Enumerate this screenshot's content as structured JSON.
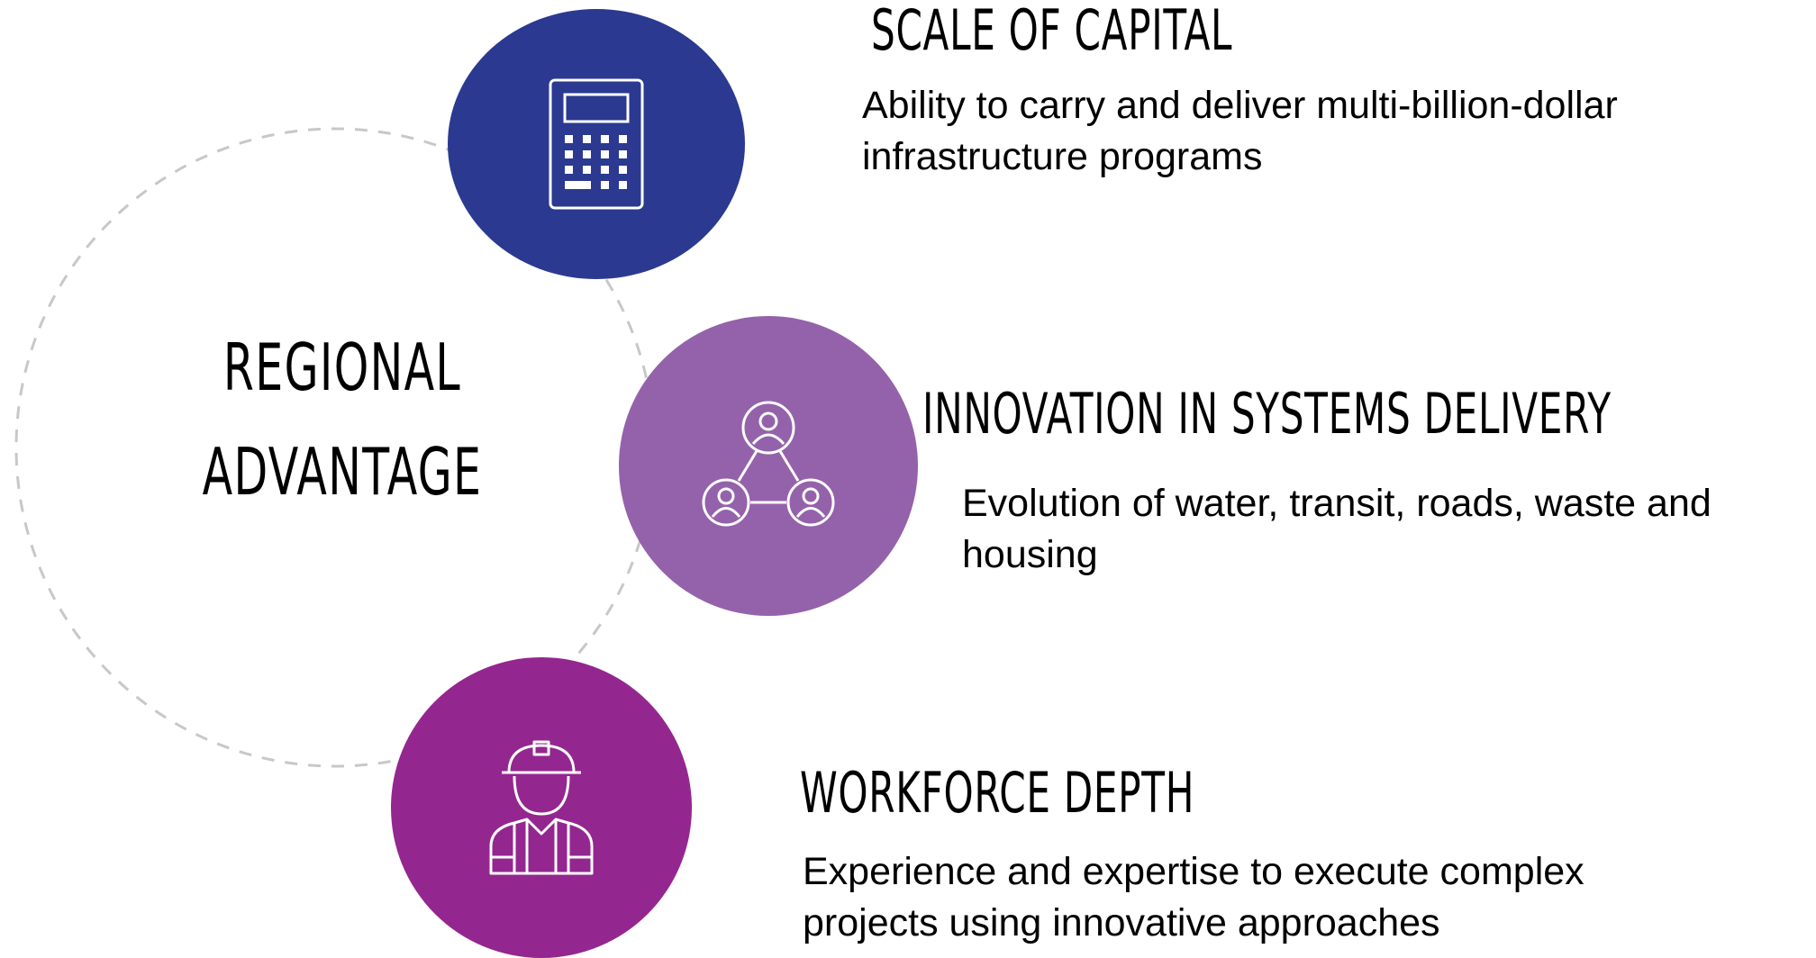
{
  "center": {
    "line1": "REGIONAL",
    "line2": "ADVANTAGE"
  },
  "items": [
    {
      "heading": "SCALE OF CAPITAL",
      "desc_line1": "Ability to carry and deliver multi-billion-dollar",
      "desc_line2": "infrastructure programs",
      "icon": "calculator-icon",
      "color": "#2b3990"
    },
    {
      "heading": "INNOVATION IN SYSTEMS DELIVERY",
      "desc_line1": "Evolution of water, transit, roads, waste and",
      "desc_line2": "housing",
      "icon": "network-people-icon",
      "color": "#9462aa"
    },
    {
      "heading": "WORKFORCE DEPTH",
      "desc_line1": "Experience and expertise to execute complex",
      "desc_line2": "projects using innovative approaches",
      "icon": "construction-worker-icon",
      "color": "#93278f"
    }
  ],
  "ring_color": "#c8c8c8"
}
